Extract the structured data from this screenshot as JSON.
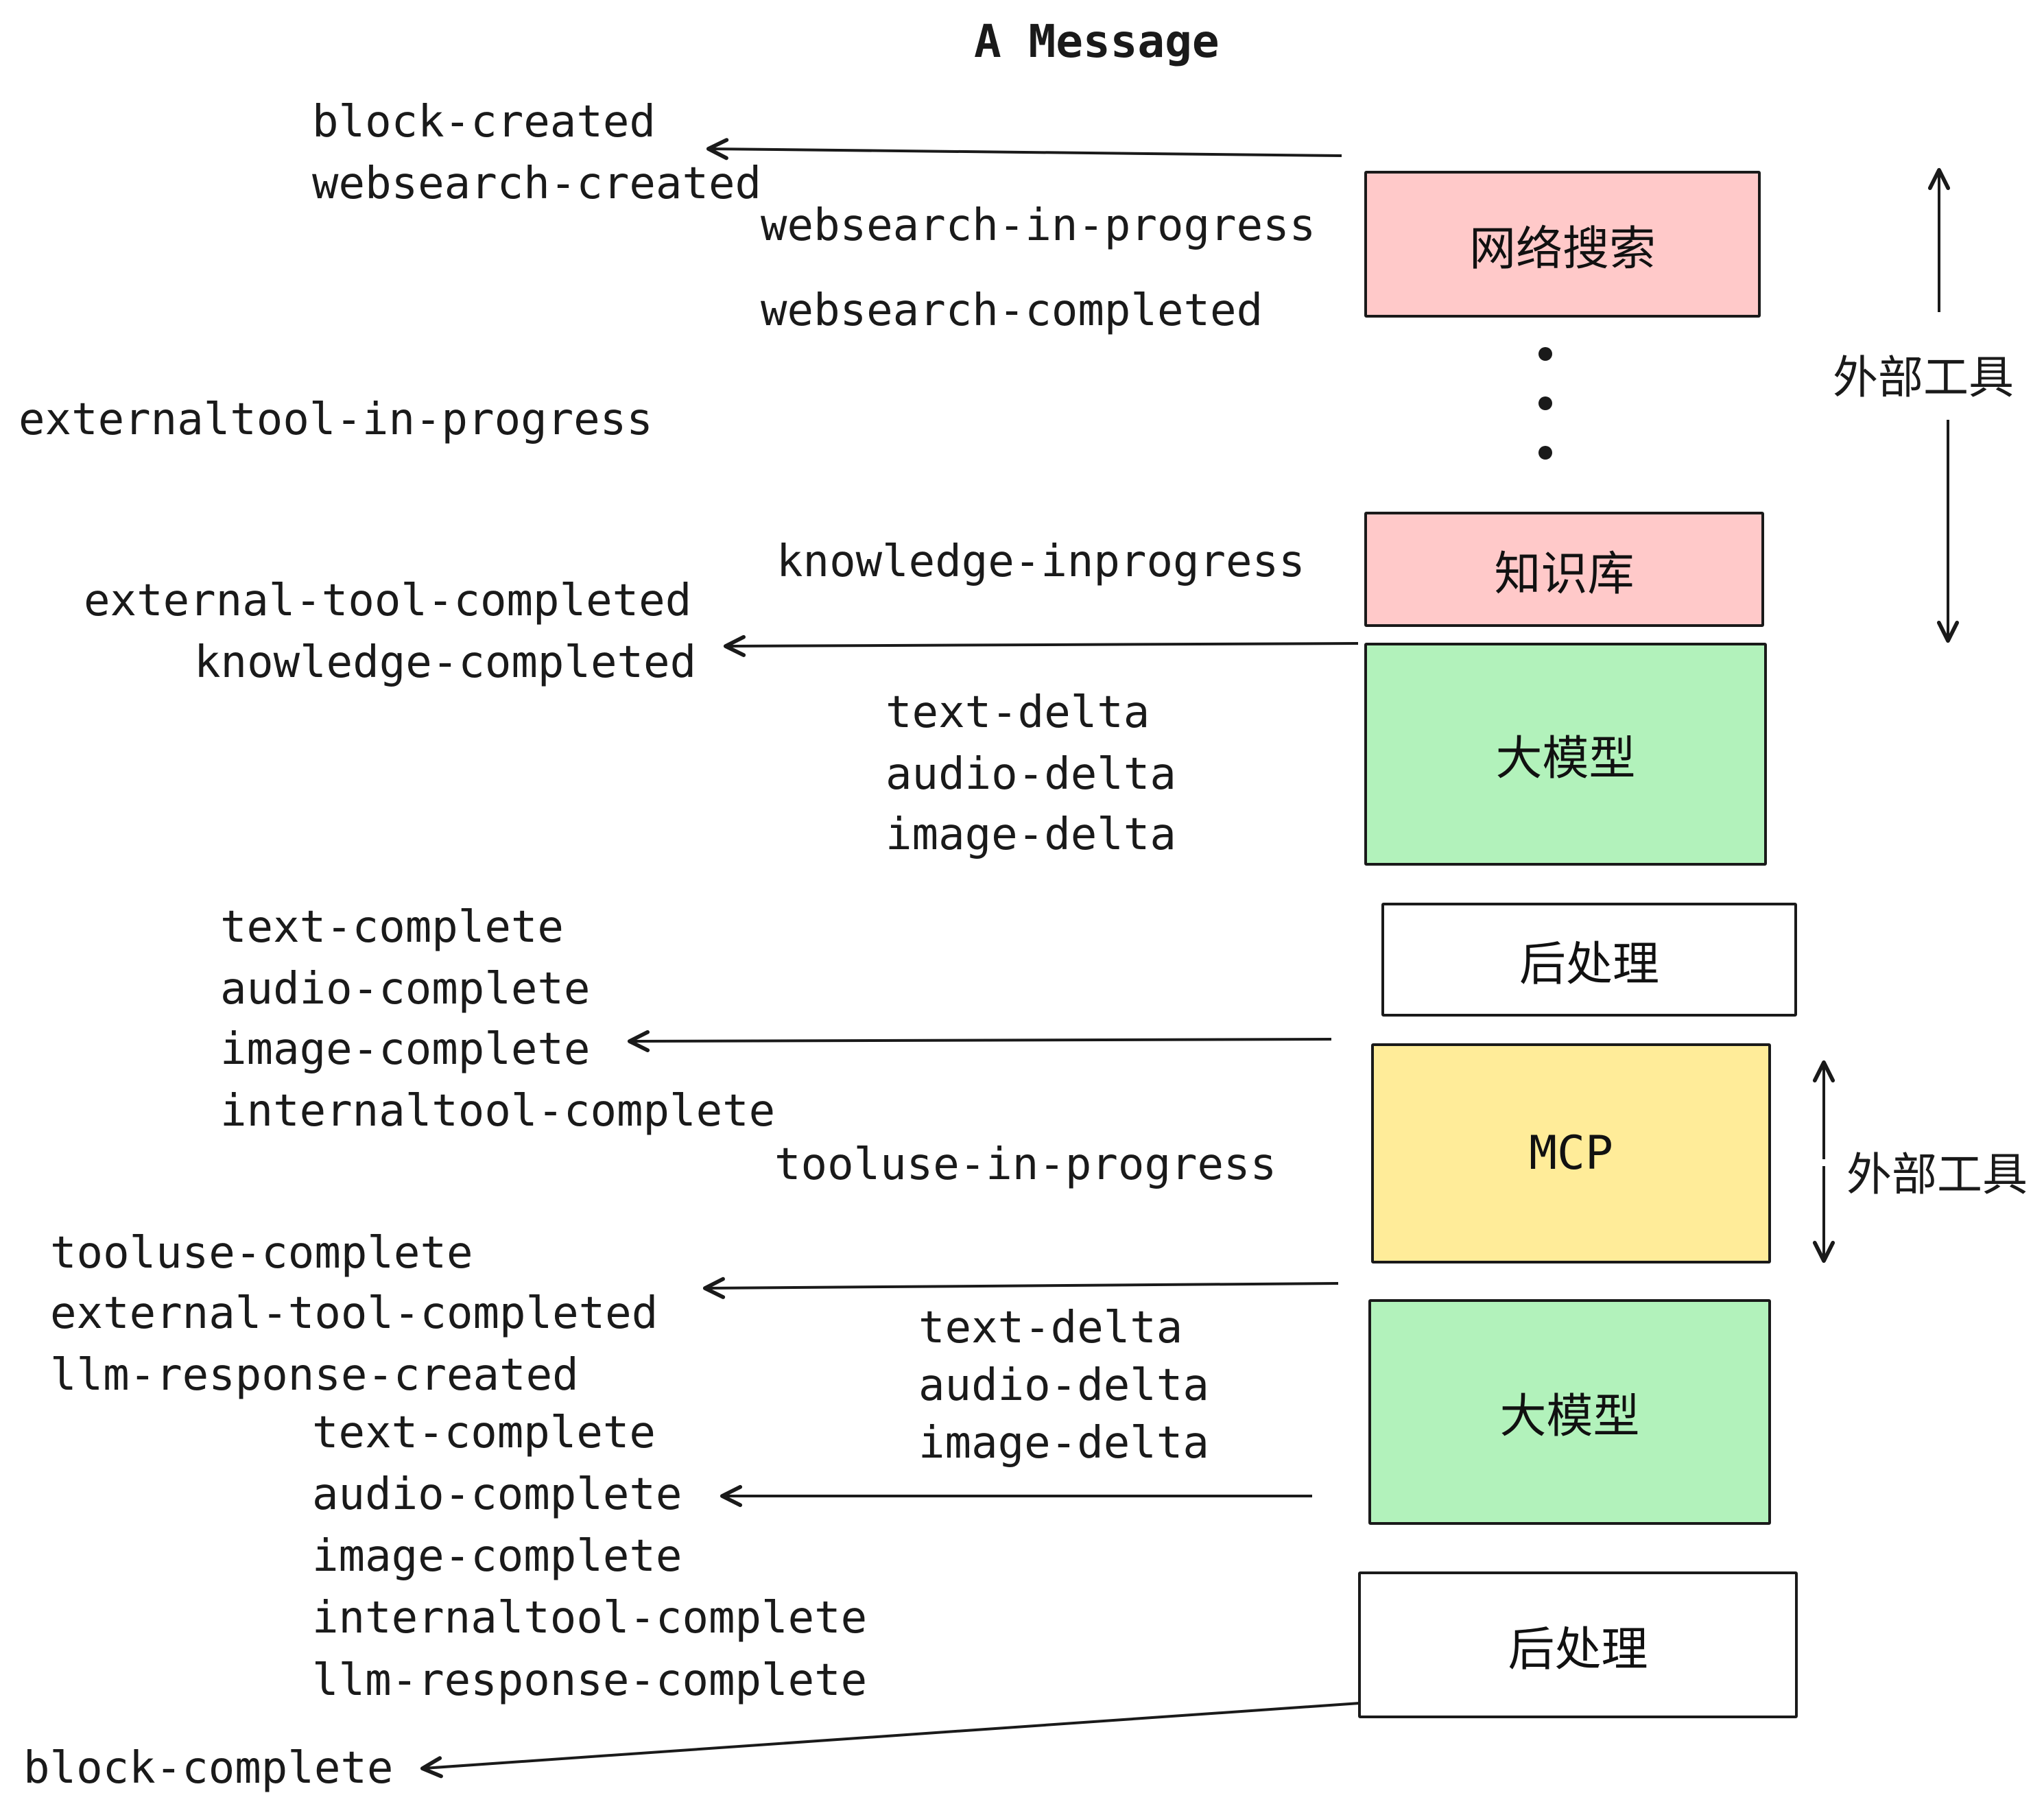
{
  "title": "A Message",
  "events": [
    "block-created",
    "websearch-created",
    "websearch-in-progress",
    "websearch-completed",
    "externaltool-in-progress",
    "knowledge-inprogress",
    "external-tool-completed",
    "knowledge-completed",
    "text-delta",
    "audio-delta",
    "image-delta",
    "text-complete",
    "audio-complete",
    "image-complete",
    "internaltool-complete",
    "tooluse-in-progress",
    "tooluse-complete",
    "external-tool-completed",
    "llm-response-created",
    "text-delta",
    "audio-delta",
    "image-delta",
    "text-complete",
    "audio-complete",
    "image-complete",
    "internaltool-complete",
    "llm-response-complete",
    "block-complete"
  ],
  "boxes": [
    {
      "label": "网络搜索",
      "color": "#ffc9c9"
    },
    {
      "label": "知识库",
      "color": "#ffc9c9"
    },
    {
      "label": "大模型",
      "color": "#b2f2bb"
    },
    {
      "label": "后处理",
      "color": "#ffffff"
    },
    {
      "label": "MCP",
      "color": "#ffec99"
    },
    {
      "label": "大模型",
      "color": "#b2f2bb"
    },
    {
      "label": "后处理",
      "color": "#ffffff"
    }
  ],
  "side_labels": [
    "外部工具",
    "外部工具"
  ],
  "colors": {
    "ink": "#1a1a1a",
    "pink": "#ffc9c9",
    "green": "#b2f2bb",
    "yellow": "#ffec99",
    "background": "#ffffff"
  }
}
